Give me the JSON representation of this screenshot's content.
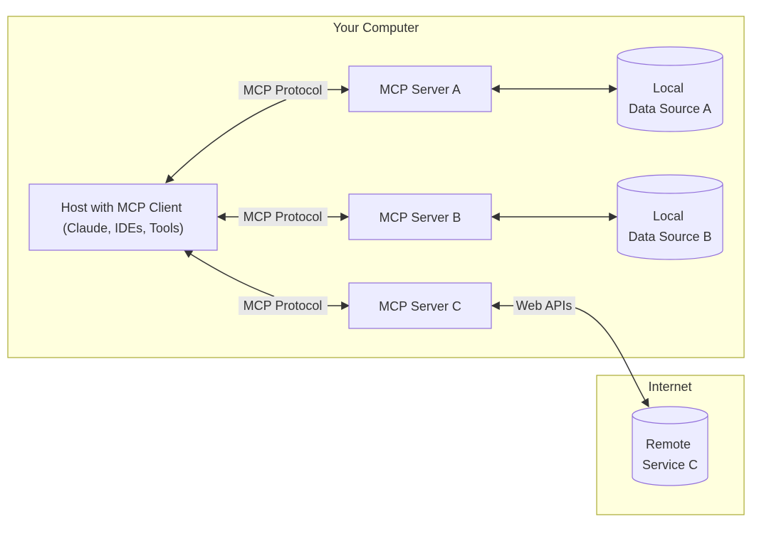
{
  "clusters": {
    "your_computer": "Your Computer",
    "internet": "Internet"
  },
  "nodes": {
    "host": [
      "Host with MCP Client",
      "(Claude, IDEs, Tools)"
    ],
    "server_a": "MCP Server A",
    "server_b": "MCP Server B",
    "server_c": "MCP Server C",
    "data_a": [
      "Local",
      "Data Source A"
    ],
    "data_b": [
      "Local",
      "Data Source B"
    ],
    "remote_c": [
      "Remote",
      "Service C"
    ]
  },
  "edges": {
    "host_server_a": "MCP Protocol",
    "host_server_b": "MCP Protocol",
    "host_server_c": "MCP Protocol",
    "server_c_remote": "Web APIs"
  },
  "colors": {
    "cluster_fill": "#ffffde",
    "cluster_stroke": "#aaaa33",
    "node_fill": "#ececff",
    "node_stroke": "#9370db",
    "edge": "#333333",
    "edge_label_bg": "#e8e8e8"
  }
}
